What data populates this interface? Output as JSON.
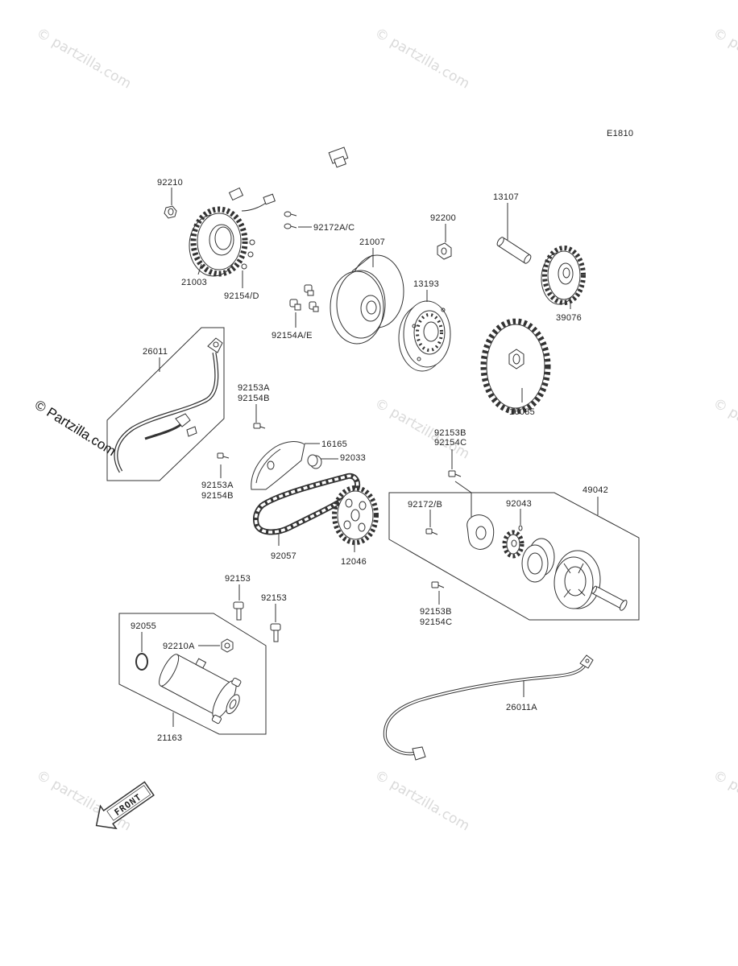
{
  "diagram_code": "E1810",
  "watermark": "© partzilla.com",
  "copyright_mark": "© Partzilla.com",
  "front_label": "FRONT",
  "callouts": [
    "92210",
    "92172A/C",
    "21007",
    "92200",
    "13107",
    "21003",
    "92154/D",
    "13193",
    "39076",
    "92154A/E",
    "26011",
    "16085",
    "92153A",
    "92154B",
    "16165",
    "92033",
    "92153B",
    "92154C",
    "92153A",
    "92154B",
    "49042",
    "92172/B",
    "92043",
    "92057",
    "12046",
    "92153B",
    "92154C",
    "92153",
    "92153",
    "92055",
    "92210A",
    "26011A",
    "21163"
  ]
}
